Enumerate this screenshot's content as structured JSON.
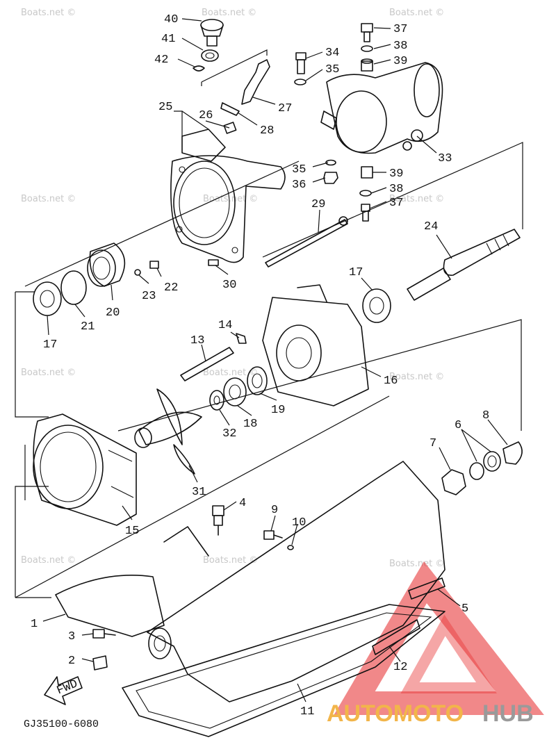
{
  "watermark": "Boats.net ©",
  "diagram_code": "GJ35100-6080",
  "fwd_label": "FWD",
  "brand": {
    "part1": "AUTOMOTO",
    "part2": "HUB",
    "color_part1": "#f2b54a",
    "color_part2": "#9a9a9a",
    "triangle_color": "#e8393a"
  },
  "callouts": [
    "40",
    "41",
    "42",
    "34",
    "35",
    "37",
    "38",
    "39",
    "25",
    "26",
    "27",
    "28",
    "33",
    "35",
    "36",
    "39",
    "38",
    "37",
    "29",
    "24",
    "30",
    "22",
    "23",
    "20",
    "21",
    "17",
    "17",
    "14",
    "13",
    "16",
    "19",
    "18",
    "32",
    "31",
    "15",
    "7",
    "6",
    "8",
    "4",
    "9",
    "10",
    "1",
    "3",
    "2",
    "5",
    "12",
    "11"
  ]
}
